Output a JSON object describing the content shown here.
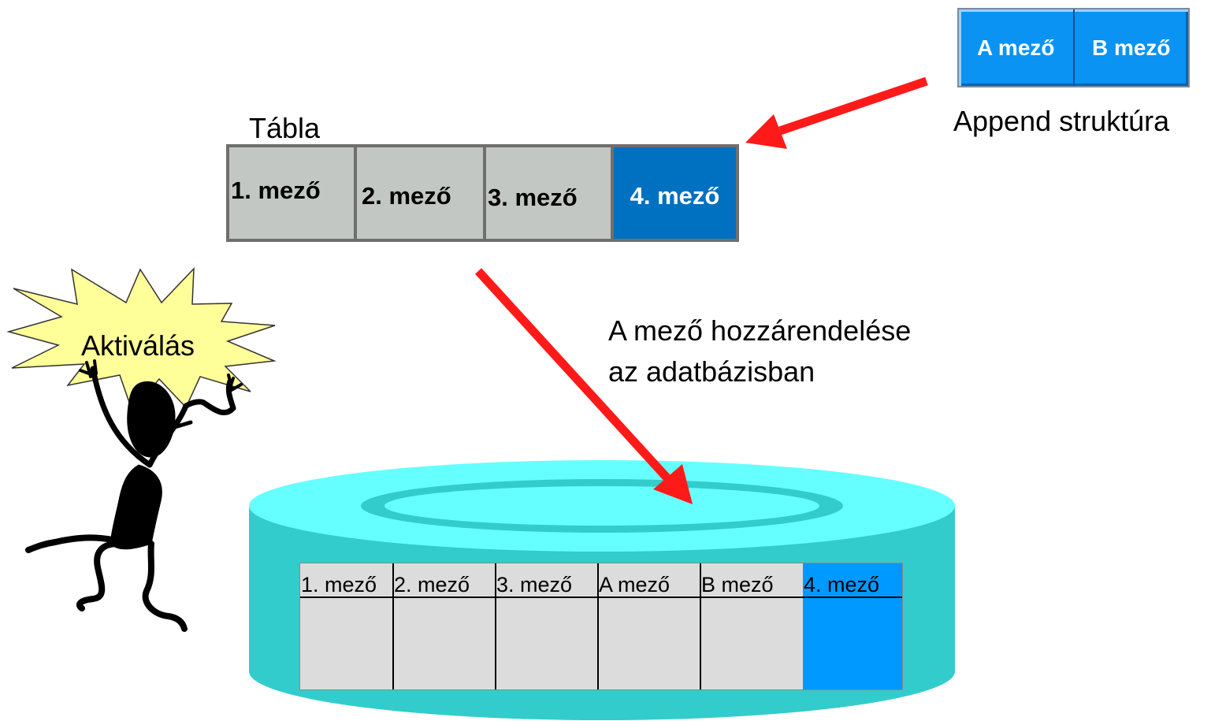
{
  "append_structure": {
    "fields": [
      "A mező",
      "B mező"
    ],
    "caption": "Append struktúra"
  },
  "table": {
    "caption": "Tábla",
    "fields": [
      "1. mező",
      "2. mező",
      "3. mező",
      "4. mező"
    ]
  },
  "assignment_label": {
    "line1": "A mező hozzárendelése",
    "line2": "az adatbázisban"
  },
  "activation_label": "Aktiválás",
  "database_table": {
    "columns": [
      "1. mező",
      "2. mező",
      "3. mező",
      "A mező",
      "B mező",
      "4. mező"
    ]
  },
  "colors": {
    "arrow": "#ff1a1a",
    "append_fill": "#0a93f2",
    "table_field": "#c2c7c3",
    "table_highlight": "#0070c0",
    "db_side": "#33cccc",
    "db_top": "#66ffff",
    "db_highlight": "#0099ff"
  }
}
